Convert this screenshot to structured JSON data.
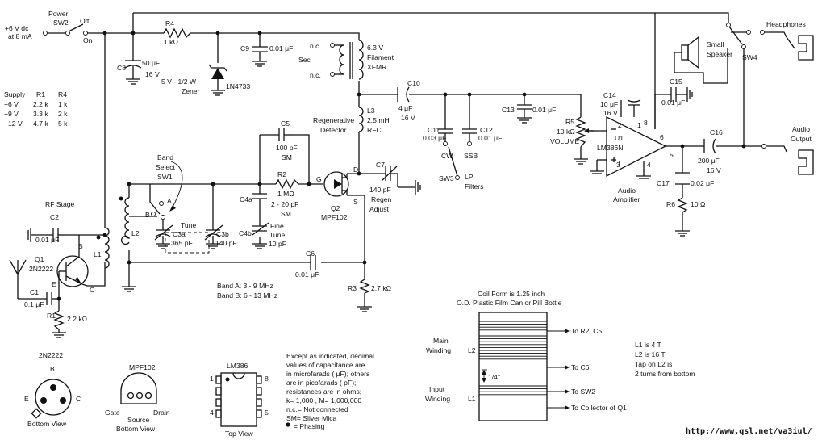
{
  "power": {
    "title": "Power",
    "sw": "SW2",
    "off": "Off",
    "on": "On",
    "supply1": "+6 V dc",
    "supply2": "at 8 mA"
  },
  "table": {
    "h": [
      "Supply",
      "R1",
      "R4"
    ],
    "rows": [
      [
        "+6 V",
        "2.2 k",
        "1 k"
      ],
      [
        "+9 V",
        "3.3 k",
        "2 k"
      ],
      [
        "+12 V",
        "4.7 k",
        "5 k"
      ]
    ]
  },
  "parts": {
    "r4": "R4",
    "r4v": "1 kΩ",
    "c8": "C8",
    "c8v": "50 μF",
    "c8v2": "16 V",
    "zener1": "5 V - 1/2 W",
    "zener2": "Zener",
    "zener3": "1N4733",
    "c9": "C9",
    "c9v": "0.01 μF",
    "sec": "Sec",
    "nc1": "n.c.",
    "nc2": "n.c.",
    "xf1": "6.3 V",
    "xf2": "Filament",
    "xf3": "XFMR",
    "l3": "L3",
    "l3v": "2.5 mH",
    "l3r": "RFC",
    "c10": "C10",
    "c10v": "4 μF",
    "c10v2": "16 V",
    "c11": "C11",
    "c11v": "0.03 μF",
    "c12": "C12",
    "c12v": "0.01 μF",
    "cw": "CW",
    "ssb": "SSB",
    "sw3": "SW3",
    "lp1": "LP",
    "lp2": "Filters",
    "c13": "C13",
    "c13v": "0.01 μF",
    "r5": "R5",
    "r5v": "10 kΩ",
    "vol": "VOLUME",
    "c14": "C14",
    "c14v": "10 μF",
    "c14v2": "16 V",
    "u1": "U1",
    "u1v": "LM386N",
    "amp1": "Audio",
    "amp2": "Amplifier",
    "p1": "1",
    "p2": "2",
    "p3": "3",
    "p4": "4",
    "p5": "5",
    "p6": "6",
    "p8": "8",
    "c15": "C15",
    "c15v": "0.01 μF",
    "spk1": "Small",
    "spk2": "Speaker",
    "sw4": "SW4",
    "hp": "Headphones",
    "c16": "C16",
    "c16v": "200 μF",
    "c16v2": "16 V",
    "ao1": "Audio",
    "ao2": "Output",
    "c17": "C17",
    "c17v": "0.02 μF",
    "r6": "R6",
    "r6v": "10 Ω",
    "c5": "C5",
    "c5v": "100 pF",
    "c5v2": "SM",
    "regen1": "Regenerative",
    "regen2": "Detector",
    "r2": "R2",
    "r2v": "1 MΩ",
    "c4a": "C4a",
    "c4av": "2 - 20 pF",
    "c4av2": "SM",
    "c4b": "C4b",
    "ft1": "Fine",
    "ft2": "Tune",
    "ft3": "10 pF",
    "g": "G",
    "d": "D",
    "s": "S",
    "q2": "Q2",
    "q2v": "MPF102",
    "c7": "C7",
    "c7v": "140 pF",
    "c7v2": "Regen",
    "c7v3": "Adjust",
    "band1": "Band",
    "band2": "Select",
    "sw1": "SW1",
    "a": "A",
    "b": "B",
    "tune": "Tune",
    "c3a": "C3a",
    "c3av": "365 pF",
    "c3b": "C3b",
    "c3bv": "140 pF",
    "l2": "L2",
    "rfs": "RF Stage",
    "c2": "C2",
    "c2v": "0.01 μF",
    "l1": "L1",
    "q1": "Q1",
    "q1v": "2N2222",
    "qb": "B",
    "qc": "C",
    "qe": "E",
    "c1": "C1",
    "c1v": "0.1 μF",
    "r1": "R1",
    "r1v": "2.2 kΩ",
    "c6": "C6",
    "c6v": "0.01 μF",
    "r3": "R3",
    "r3v": "2.7 kΩ",
    "bandA": "Band A: 3 - 9 MHz",
    "bandB": "Band B: 6 - 13 MHz"
  },
  "pinouts": {
    "t1": "2N2222",
    "tb": "B",
    "te": "E",
    "tc": "C",
    "tv": "Bottom View",
    "m1": "MPF102",
    "mg": "Gate",
    "md": "Drain",
    "ms": "Source",
    "mv": "Bottom View",
    "l1": "LM386",
    "lv": "Top View",
    "l_1": "1",
    "l_4": "4",
    "l_5": "5",
    "l_8": "8"
  },
  "notes": [
    "Except as indicated, decimal",
    "values of capacitance are",
    "in microfarads ( μF); others",
    "are in picofarads ( pF);",
    "resistances are in ohms;",
    "k= 1,000 , M= 1,000,000",
    "n.c.= Not connected",
    "SM= Sliver Mica",
    "= Phasing"
  ],
  "coil": {
    "t1": "Coil Form is 1.25 inch",
    "t2": "O.D. Plastic Film Can or Pill Bottle",
    "mw1": "Main",
    "mw2": "Winding",
    "l2": "L2",
    "iw1": "Input",
    "iw2": "Winding",
    "l1": "L1",
    "to1": "To R2, C5",
    "to2": "To C6",
    "to3": "To SW2",
    "to4": "To Collector of Q1",
    "dim": "1/4\"",
    "n1": "L1 is 4 T",
    "n2": "L2 is 16 T",
    "n3": "Tap on L2 is",
    "n4": "2 turns from bottom"
  },
  "url": "http://www.qsl.net/va3iul/"
}
